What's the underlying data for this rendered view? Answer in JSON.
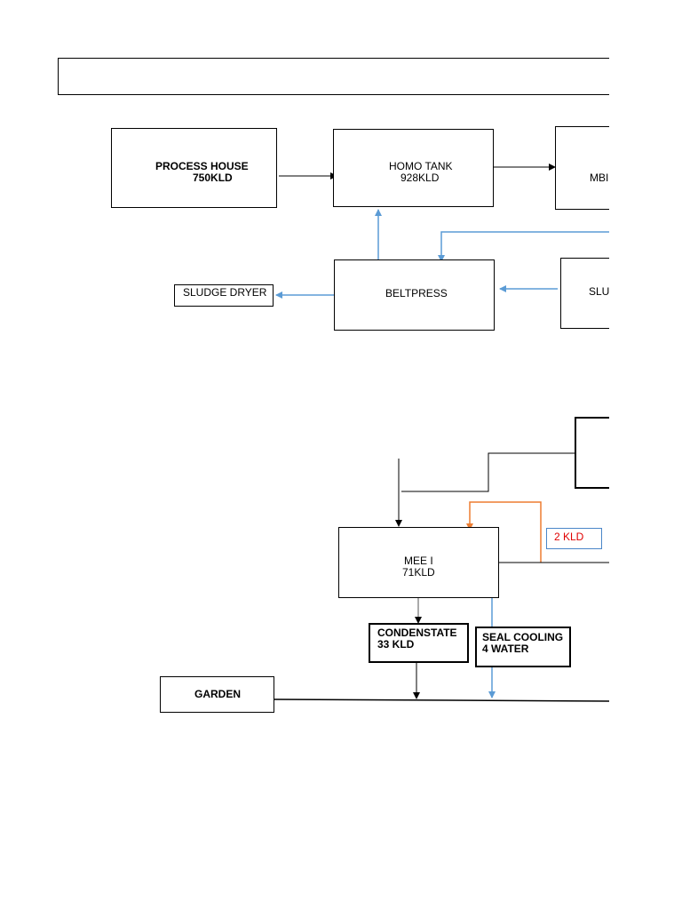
{
  "title_bar": {
    "text": ""
  },
  "boxes": {
    "process_house": {
      "line1": "PROCESS HOUSE",
      "line2": "750KLD"
    },
    "homo_tank": {
      "line1": "HOMO TANK",
      "line2": "928KLD"
    },
    "mbr": {
      "line1": "MBI"
    },
    "beltpress": {
      "line1": "BELTPRESS"
    },
    "sludge_dryer": {
      "line1": "SLUDGE DRYER"
    },
    "sludge_tank": {
      "line1": "SLUI"
    },
    "mee": {
      "line1": "MEE I",
      "line2": "71KLD"
    },
    "condensate": {
      "line1": "CONDENSTATE",
      "line2": "33 KLD"
    },
    "seal_cooling": {
      "line1": "SEAL COOLING",
      "line2": "4 WATER"
    },
    "garden": {
      "line1": "GARDEN"
    },
    "two_kld": {
      "line1": "2 KLD"
    }
  },
  "colors": {
    "black_line": "#000000",
    "blue_line": "#5b9bd5",
    "orange_line": "#ed7d31",
    "label_red": "#e00000"
  }
}
